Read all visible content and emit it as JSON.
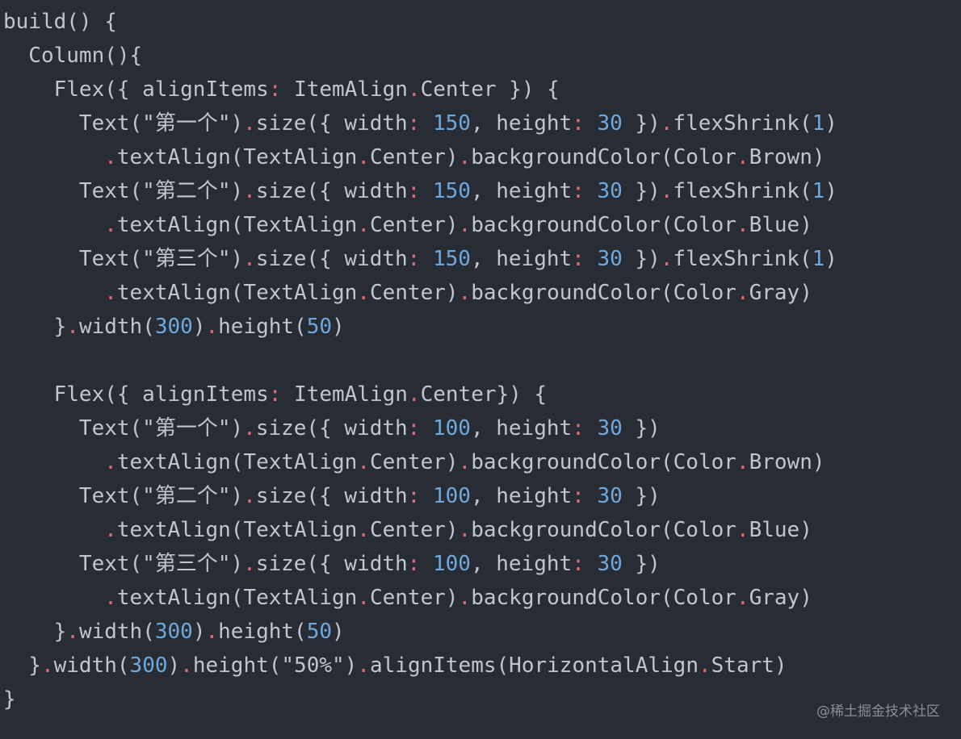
{
  "colors": {
    "background": "#282c34",
    "text": "#c0c5ce",
    "number": "#6fa8dc",
    "punctuation": "#e06c75"
  },
  "code_lines": [
    [
      {
        "t": "build() {",
        "k": "plain"
      }
    ],
    [
      {
        "t": "  Column(){",
        "k": "plain"
      }
    ],
    [
      {
        "t": "    Flex({ alignItems",
        "k": "plain"
      },
      {
        "t": ":",
        "k": "punct"
      },
      {
        "t": " ItemAlign",
        "k": "plain"
      },
      {
        "t": ".",
        "k": "punct"
      },
      {
        "t": "Center }) {",
        "k": "plain"
      }
    ],
    [
      {
        "t": "      Text(\"第一个\")",
        "k": "plain"
      },
      {
        "t": ".",
        "k": "punct"
      },
      {
        "t": "size({ width",
        "k": "plain"
      },
      {
        "t": ":",
        "k": "punct"
      },
      {
        "t": " ",
        "k": "plain"
      },
      {
        "t": "150",
        "k": "num"
      },
      {
        "t": ", height",
        "k": "plain"
      },
      {
        "t": ":",
        "k": "punct"
      },
      {
        "t": " ",
        "k": "plain"
      },
      {
        "t": "30",
        "k": "num"
      },
      {
        "t": " })",
        "k": "plain"
      },
      {
        "t": ".",
        "k": "punct"
      },
      {
        "t": "flexShrink(",
        "k": "plain"
      },
      {
        "t": "1",
        "k": "num"
      },
      {
        "t": ")",
        "k": "plain"
      }
    ],
    [
      {
        "t": "        ",
        "k": "plain"
      },
      {
        "t": ".",
        "k": "punct"
      },
      {
        "t": "textAlign(TextAlign",
        "k": "plain"
      },
      {
        "t": ".",
        "k": "punct"
      },
      {
        "t": "Center)",
        "k": "plain"
      },
      {
        "t": ".",
        "k": "punct"
      },
      {
        "t": "backgroundColor(Color",
        "k": "plain"
      },
      {
        "t": ".",
        "k": "punct"
      },
      {
        "t": "Brown)",
        "k": "plain"
      }
    ],
    [
      {
        "t": "      Text(\"第二个\")",
        "k": "plain"
      },
      {
        "t": ".",
        "k": "punct"
      },
      {
        "t": "size({ width",
        "k": "plain"
      },
      {
        "t": ":",
        "k": "punct"
      },
      {
        "t": " ",
        "k": "plain"
      },
      {
        "t": "150",
        "k": "num"
      },
      {
        "t": ", height",
        "k": "plain"
      },
      {
        "t": ":",
        "k": "punct"
      },
      {
        "t": " ",
        "k": "plain"
      },
      {
        "t": "30",
        "k": "num"
      },
      {
        "t": " })",
        "k": "plain"
      },
      {
        "t": ".",
        "k": "punct"
      },
      {
        "t": "flexShrink(",
        "k": "plain"
      },
      {
        "t": "1",
        "k": "num"
      },
      {
        "t": ")",
        "k": "plain"
      }
    ],
    [
      {
        "t": "        ",
        "k": "plain"
      },
      {
        "t": ".",
        "k": "punct"
      },
      {
        "t": "textAlign(TextAlign",
        "k": "plain"
      },
      {
        "t": ".",
        "k": "punct"
      },
      {
        "t": "Center)",
        "k": "plain"
      },
      {
        "t": ".",
        "k": "punct"
      },
      {
        "t": "backgroundColor(Color",
        "k": "plain"
      },
      {
        "t": ".",
        "k": "punct"
      },
      {
        "t": "Blue)",
        "k": "plain"
      }
    ],
    [
      {
        "t": "      Text(\"第三个\")",
        "k": "plain"
      },
      {
        "t": ".",
        "k": "punct"
      },
      {
        "t": "size({ width",
        "k": "plain"
      },
      {
        "t": ":",
        "k": "punct"
      },
      {
        "t": " ",
        "k": "plain"
      },
      {
        "t": "150",
        "k": "num"
      },
      {
        "t": ", height",
        "k": "plain"
      },
      {
        "t": ":",
        "k": "punct"
      },
      {
        "t": " ",
        "k": "plain"
      },
      {
        "t": "30",
        "k": "num"
      },
      {
        "t": " })",
        "k": "plain"
      },
      {
        "t": ".",
        "k": "punct"
      },
      {
        "t": "flexShrink(",
        "k": "plain"
      },
      {
        "t": "1",
        "k": "num"
      },
      {
        "t": ")",
        "k": "plain"
      }
    ],
    [
      {
        "t": "        ",
        "k": "plain"
      },
      {
        "t": ".",
        "k": "punct"
      },
      {
        "t": "textAlign(TextAlign",
        "k": "plain"
      },
      {
        "t": ".",
        "k": "punct"
      },
      {
        "t": "Center)",
        "k": "plain"
      },
      {
        "t": ".",
        "k": "punct"
      },
      {
        "t": "backgroundColor(Color",
        "k": "plain"
      },
      {
        "t": ".",
        "k": "punct"
      },
      {
        "t": "Gray)",
        "k": "plain"
      }
    ],
    [
      {
        "t": "    }",
        "k": "plain"
      },
      {
        "t": ".",
        "k": "punct"
      },
      {
        "t": "width(",
        "k": "plain"
      },
      {
        "t": "300",
        "k": "num"
      },
      {
        "t": ")",
        "k": "plain"
      },
      {
        "t": ".",
        "k": "punct"
      },
      {
        "t": "height(",
        "k": "plain"
      },
      {
        "t": "50",
        "k": "num"
      },
      {
        "t": ")",
        "k": "plain"
      }
    ],
    [
      {
        "t": "",
        "k": "plain"
      }
    ],
    [
      {
        "t": "    Flex({ alignItems",
        "k": "plain"
      },
      {
        "t": ":",
        "k": "punct"
      },
      {
        "t": " ItemAlign",
        "k": "plain"
      },
      {
        "t": ".",
        "k": "punct"
      },
      {
        "t": "Center}) {",
        "k": "plain"
      }
    ],
    [
      {
        "t": "      Text(\"第一个\")",
        "k": "plain"
      },
      {
        "t": ".",
        "k": "punct"
      },
      {
        "t": "size({ width",
        "k": "plain"
      },
      {
        "t": ":",
        "k": "punct"
      },
      {
        "t": " ",
        "k": "plain"
      },
      {
        "t": "100",
        "k": "num"
      },
      {
        "t": ", height",
        "k": "plain"
      },
      {
        "t": ":",
        "k": "punct"
      },
      {
        "t": " ",
        "k": "plain"
      },
      {
        "t": "30",
        "k": "num"
      },
      {
        "t": " })",
        "k": "plain"
      }
    ],
    [
      {
        "t": "        ",
        "k": "plain"
      },
      {
        "t": ".",
        "k": "punct"
      },
      {
        "t": "textAlign(TextAlign",
        "k": "plain"
      },
      {
        "t": ".",
        "k": "punct"
      },
      {
        "t": "Center)",
        "k": "plain"
      },
      {
        "t": ".",
        "k": "punct"
      },
      {
        "t": "backgroundColor(Color",
        "k": "plain"
      },
      {
        "t": ".",
        "k": "punct"
      },
      {
        "t": "Brown)",
        "k": "plain"
      }
    ],
    [
      {
        "t": "      Text(\"第二个\")",
        "k": "plain"
      },
      {
        "t": ".",
        "k": "punct"
      },
      {
        "t": "size({ width",
        "k": "plain"
      },
      {
        "t": ":",
        "k": "punct"
      },
      {
        "t": " ",
        "k": "plain"
      },
      {
        "t": "100",
        "k": "num"
      },
      {
        "t": ", height",
        "k": "plain"
      },
      {
        "t": ":",
        "k": "punct"
      },
      {
        "t": " ",
        "k": "plain"
      },
      {
        "t": "30",
        "k": "num"
      },
      {
        "t": " })",
        "k": "plain"
      }
    ],
    [
      {
        "t": "        ",
        "k": "plain"
      },
      {
        "t": ".",
        "k": "punct"
      },
      {
        "t": "textAlign(TextAlign",
        "k": "plain"
      },
      {
        "t": ".",
        "k": "punct"
      },
      {
        "t": "Center)",
        "k": "plain"
      },
      {
        "t": ".",
        "k": "punct"
      },
      {
        "t": "backgroundColor(Color",
        "k": "plain"
      },
      {
        "t": ".",
        "k": "punct"
      },
      {
        "t": "Blue)",
        "k": "plain"
      }
    ],
    [
      {
        "t": "      Text(\"第三个\")",
        "k": "plain"
      },
      {
        "t": ".",
        "k": "punct"
      },
      {
        "t": "size({ width",
        "k": "plain"
      },
      {
        "t": ":",
        "k": "punct"
      },
      {
        "t": " ",
        "k": "plain"
      },
      {
        "t": "100",
        "k": "num"
      },
      {
        "t": ", height",
        "k": "plain"
      },
      {
        "t": ":",
        "k": "punct"
      },
      {
        "t": " ",
        "k": "plain"
      },
      {
        "t": "30",
        "k": "num"
      },
      {
        "t": " })",
        "k": "plain"
      }
    ],
    [
      {
        "t": "        ",
        "k": "plain"
      },
      {
        "t": ".",
        "k": "punct"
      },
      {
        "t": "textAlign(TextAlign",
        "k": "plain"
      },
      {
        "t": ".",
        "k": "punct"
      },
      {
        "t": "Center)",
        "k": "plain"
      },
      {
        "t": ".",
        "k": "punct"
      },
      {
        "t": "backgroundColor(Color",
        "k": "plain"
      },
      {
        "t": ".",
        "k": "punct"
      },
      {
        "t": "Gray)",
        "k": "plain"
      }
    ],
    [
      {
        "t": "    }",
        "k": "plain"
      },
      {
        "t": ".",
        "k": "punct"
      },
      {
        "t": "width(",
        "k": "plain"
      },
      {
        "t": "300",
        "k": "num"
      },
      {
        "t": ")",
        "k": "plain"
      },
      {
        "t": ".",
        "k": "punct"
      },
      {
        "t": "height(",
        "k": "plain"
      },
      {
        "t": "50",
        "k": "num"
      },
      {
        "t": ")",
        "k": "plain"
      }
    ],
    [
      {
        "t": "  }",
        "k": "plain"
      },
      {
        "t": ".",
        "k": "punct"
      },
      {
        "t": "width(",
        "k": "plain"
      },
      {
        "t": "300",
        "k": "num"
      },
      {
        "t": ")",
        "k": "plain"
      },
      {
        "t": ".",
        "k": "punct"
      },
      {
        "t": "height(\"50%\")",
        "k": "plain"
      },
      {
        "t": ".",
        "k": "punct"
      },
      {
        "t": "alignItems(HorizontalAlign",
        "k": "plain"
      },
      {
        "t": ".",
        "k": "punct"
      },
      {
        "t": "Start)",
        "k": "plain"
      }
    ],
    [
      {
        "t": "}",
        "k": "plain"
      }
    ]
  ],
  "watermark": "@稀土掘金技术社区"
}
